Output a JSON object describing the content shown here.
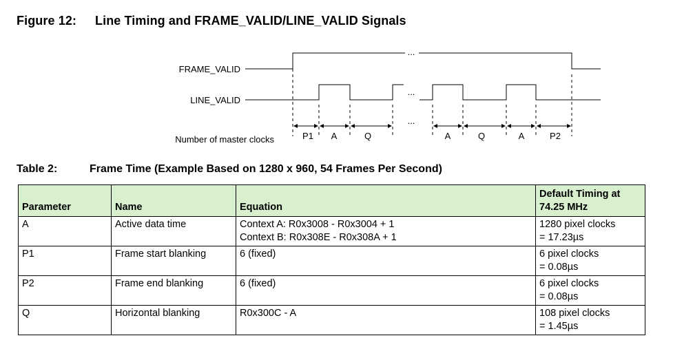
{
  "figure": {
    "number": "Figure 12:",
    "title": "Line Timing and FRAME_VALID/LINE_VALID Signals"
  },
  "diagram": {
    "signal_frame": "FRAME_VALID",
    "signal_line": "LINE_VALID",
    "clocks_label": "Number of master clocks",
    "segment_labels": [
      "P1",
      "A",
      "Q",
      "A",
      "Q",
      "A",
      "P2"
    ],
    "ellipsis": "..."
  },
  "table_caption": {
    "number": "Table 2:",
    "title": "Frame Time (Example Based on 1280 x 960, 54 Frames Per Second)"
  },
  "table": {
    "headers": [
      "Parameter",
      "Name",
      "Equation",
      "Default Timing at 74.25 MHz"
    ],
    "rows": [
      {
        "parameter": "A",
        "name": "Active data time",
        "equation_line1": "Context A: R0x3008 - R0x3004 + 1",
        "equation_line2": "Context B: R0x308E - R0x308A + 1",
        "timing_line1": "1280 pixel clocks",
        "timing_line2": "= 17.23µs"
      },
      {
        "parameter": "P1",
        "name": "Frame start blanking",
        "equation_line1": "6 (fixed)",
        "equation_line2": "",
        "timing_line1": "6 pixel clocks",
        "timing_line2": "= 0.08µs"
      },
      {
        "parameter": "P2",
        "name": "Frame end blanking",
        "equation_line1": "6 (fixed)",
        "equation_line2": "",
        "timing_line1": "6 pixel clocks",
        "timing_line2": "= 0.08µs"
      },
      {
        "parameter": "Q",
        "name": "Horizontal blanking",
        "equation_line1": "R0x300C - A",
        "equation_line2": "",
        "timing_line1": "108 pixel clocks",
        "timing_line2": "= 1.45µs"
      }
    ]
  }
}
